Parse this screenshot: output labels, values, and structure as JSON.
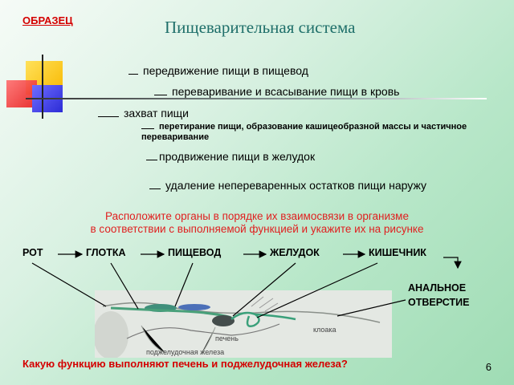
{
  "sample_label": "ОБРАЗЕЦ",
  "title": "Пищеварительная система",
  "functions": [
    "передвижение пищи в пищевод",
    "переваривание и всасывание пищи в кровь",
    "захват пищи",
    "перетирание пищи, образование кашицеобразной массы и частичное переваривание",
    "продвижение пищи в желудок",
    "удаление непереваренных остатков пищи наружу"
  ],
  "task": {
    "line1": "Расположите органы в порядке их взаимосвязи в организме",
    "line2": "в соответствии с выполняемой функцией и укажите их на рисунке"
  },
  "organs": [
    "РОТ",
    "ГЛОТКА",
    "ПИЩЕВОД",
    "ЖЕЛУДОК",
    "КИШЕЧНИК"
  ],
  "anal": {
    "line1": "АНАЛЬНОЕ",
    "line2": "ОТВЕРСТИЕ"
  },
  "photo_labels": {
    "cloaca": "клоака",
    "liver": "печень",
    "pancreas": "поджелудочная железа"
  },
  "question": "Какую функцию выполняют печень и поджелудочная железа?",
  "page_number": "6",
  "colors": {
    "red": "#d40000",
    "title": "#1f6f6a",
    "green_bg": "#b8e7c9"
  }
}
